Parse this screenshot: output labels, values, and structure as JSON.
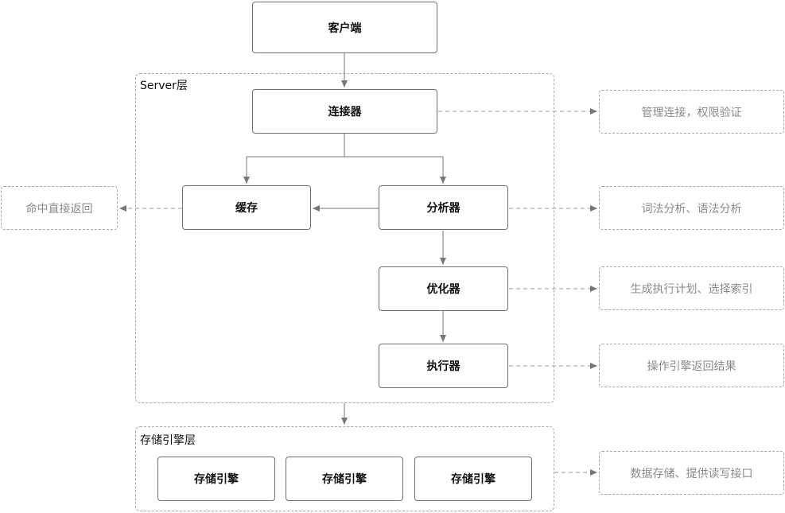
{
  "nodes": {
    "client": "客户端",
    "connector": "连接器",
    "cache": "缓存",
    "analyzer": "分析器",
    "optimizer": "优化器",
    "executor": "执行器"
  },
  "layers": {
    "server": "Server层",
    "storage": "存储引擎层",
    "engines": [
      "存储引擎",
      "存储引擎",
      "存储引擎"
    ]
  },
  "notes": {
    "connector": "管理连接，权限验证",
    "cache": "命中直接返回",
    "analyzer": "词法分析、语法分析",
    "optimizer": "生成执行计划、选择索引",
    "executor": "操作引擎返回结果",
    "storage": "数据存储、提供读写接口"
  },
  "colors": {
    "box_border": "#6f6f6f",
    "dashed_border": "#a8a8a8",
    "note_text": "#8a8a8a",
    "arrow": "#777777"
  }
}
